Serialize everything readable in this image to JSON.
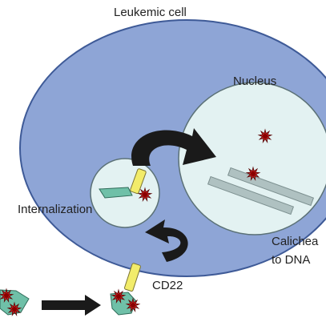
{
  "labels": {
    "cell": "Leukemic cell",
    "nucleus": "Nucleus",
    "internalization": "Internalization",
    "receptor": "CD22",
    "calicheamicin_line1": "Calichea",
    "calicheamicin_line2": "to DNA"
  },
  "colors": {
    "cell_fill": "#8EA5D6",
    "cell_stroke": "#3E5A97",
    "nucleus_fill": "#E3F2F2",
    "arrow_fill": "#1A1A1A",
    "dna_fill": "#AFC1C1",
    "antibody_fill": "#6FC0A8",
    "linker_fill": "#F2EC6A",
    "drug_fill": "#D02020"
  }
}
